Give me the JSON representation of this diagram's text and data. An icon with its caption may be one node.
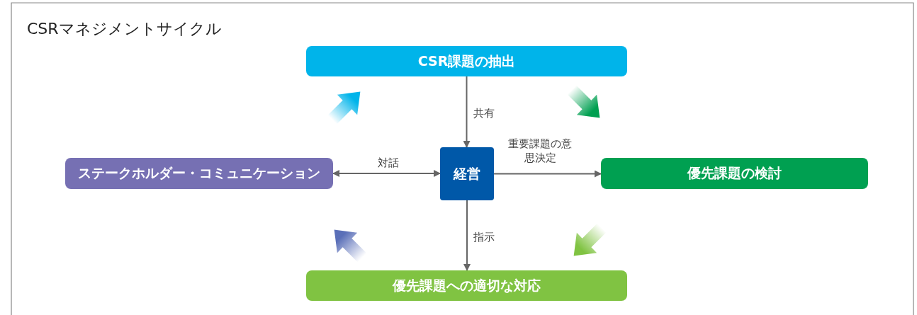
{
  "diagram": {
    "title": "CSRマネジメントサイクル",
    "nodes": [
      {
        "text": [
          "CSR課題の抽出"
        ]
      },
      {
        "text": [
          "ステークホルダー・コミュニケーション"
        ]
      },
      {
        "text": [
          "経営"
        ]
      },
      {
        "text": [
          "優先課題の検討"
        ]
      },
      {
        "text": [
          "優先課題への適切な対応"
        ]
      }
    ],
    "edges": [
      {
        "from": 0,
        "to": 2,
        "arrow": "to",
        "label": "共有"
      },
      {
        "from": 1,
        "to": 2,
        "arrow": "both",
        "label": "対話"
      },
      {
        "from": 2,
        "to": 3,
        "arrow": "to",
        "label": "重要課題の意思決定"
      },
      {
        "from": 2,
        "to": 4,
        "arrow": "to",
        "label": "指示"
      }
    ]
  }
}
